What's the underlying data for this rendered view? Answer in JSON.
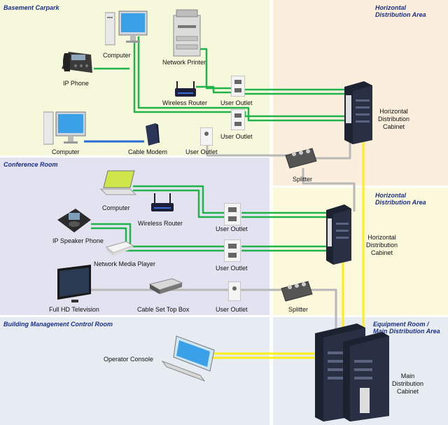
{
  "zones": {
    "basement": "Basement Carpark",
    "conference": "Conference Room",
    "bmcr": "Building Management Control Room",
    "hda_top_line1": "Horizontal",
    "hda_top_line2": "Distribution Area",
    "hda_mid_line1": "Horizontal",
    "hda_mid_line2": "Distribution Area",
    "er_line1": "Equipment Room /",
    "er_line2": "Main Distribution Area"
  },
  "devices": {
    "computer_top": "Computer",
    "network_printer": "Network Printer",
    "ip_phone": "IP Phone",
    "wireless_router_top": "Wireless Router",
    "user_outlet_1": "User Outlet",
    "user_outlet_2": "User Outlet",
    "computer_bottom": "Computer",
    "cable_modem": "Cable Modem",
    "user_outlet_3": "User Outlet",
    "splitter_top": "Splitter",
    "hdc_top_l1": "Horizontal",
    "hdc_top_l2": "Distribution",
    "hdc_top_l3": "Cabinet",
    "computer_laptop": "Computer",
    "wireless_router_conf": "Wireless Router",
    "user_outlet_4": "User Outlet",
    "ip_speaker_phone": "IP Speaker Phone",
    "network_media_player": "Network Media Player",
    "user_outlet_5": "User Outlet",
    "full_hd_tv": "Full HD Television",
    "cable_set_top_box": "Cable Set Top Box",
    "user_outlet_6": "User Outlet",
    "splitter_conf": "Splitter",
    "hdc_mid_l1": "Horizontal",
    "hdc_mid_l2": "Distribution",
    "hdc_mid_l3": "Cabinet",
    "operator_console": "Operator Console",
    "mdc_l1": "Main",
    "mdc_l2": "Distribution",
    "mdc_l3": "Cabinet"
  },
  "colors": {
    "basement_bg": "#f6f8dc",
    "conference_bg": "#e2e2f0",
    "bmcr_bg": "#e6ecf2",
    "hda_top_bg": "#fbeedc",
    "hda_mid_bg": "#fbf8dc",
    "er_bg": "#e6ecf2",
    "zone_title": "#1b2f8c",
    "green_cable": "#1fb34a",
    "grey_cable": "#b8b8b8",
    "yellow_cable": "#ffee1a",
    "blue_cable": "#2a6bd8"
  }
}
